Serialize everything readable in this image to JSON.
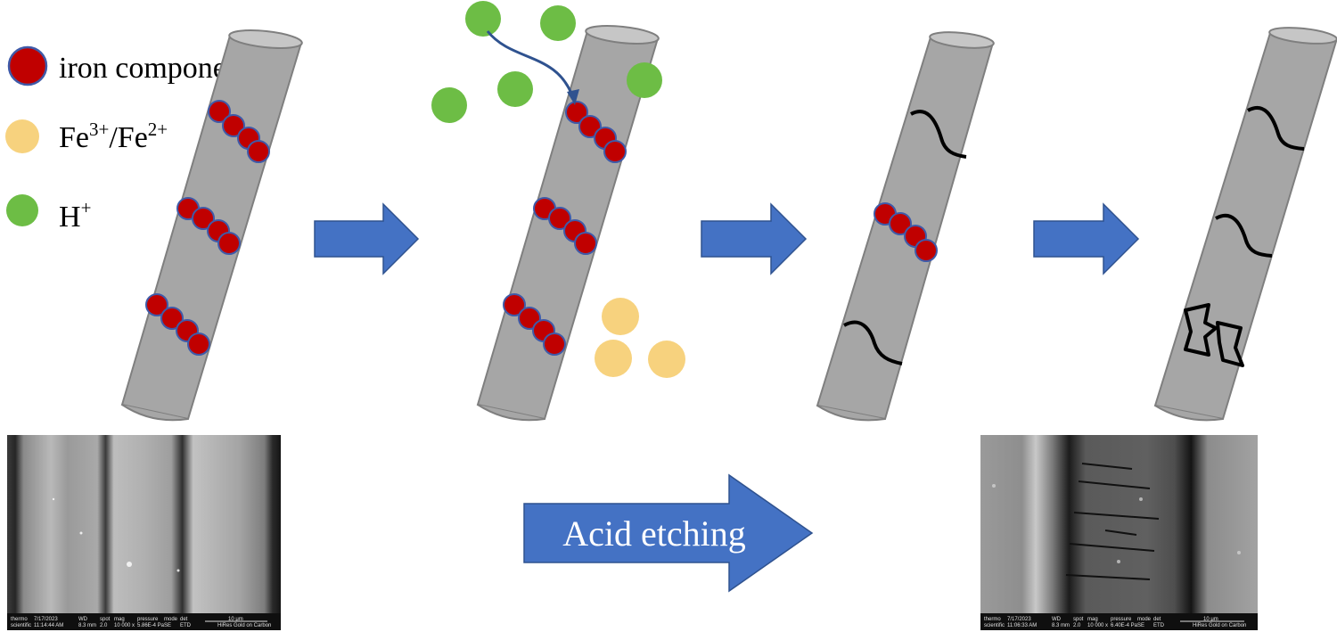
{
  "legend": {
    "iron_components": "iron components",
    "fe_base1": "Fe",
    "fe_sup1": "3+",
    "fe_sep": "/Fe",
    "fe_sup2": "2+",
    "h_base": "H",
    "h_sup": "+"
  },
  "process_arrow_label": "Acid etching",
  "sem_before": {
    "brand_line1": "thermo",
    "brand_line2": "scientific",
    "date": "7/17/2023",
    "time": "11:14:44 AM",
    "wd_label": "WD",
    "wd_value": "8.3 mm",
    "spot_label": "spot",
    "spot_value": "2.0",
    "mag_label": "mag",
    "mag_value": "10 000 x",
    "pressure_label": "pressure",
    "pressure_value": "5.86E-4 Pa",
    "mode_label": "mode",
    "mode_value": "SE",
    "det_label": "det",
    "det_value": "ETD",
    "scale": "10 μm",
    "sample": "HiRes Gold on Carbon"
  },
  "sem_after": {
    "brand_line1": "thermo",
    "brand_line2": "scientific",
    "date": "7/17/2023",
    "time": "11:06:33 AM",
    "wd_label": "WD",
    "wd_value": "8.3 mm",
    "spot_label": "spot",
    "spot_value": "2.0",
    "mag_label": "mag",
    "mag_value": "10 000 x",
    "pressure_label": "pressure",
    "pressure_value": "6.40E-4 Pa",
    "mode_label": "mode",
    "mode_value": "SE",
    "det_label": "det",
    "det_value": "ETD",
    "scale": "10 μm",
    "sample": "HiRes Gold on Carbon"
  },
  "colors": {
    "iron": "#c00000",
    "iron_stroke": "#3f5aa8",
    "fe_ion": "#f7d27e",
    "h_ion": "#6dbd45",
    "fiber": "#a6a6a6",
    "fiber_top": "#c6c6c6",
    "fiber_stroke": "#7f7f7f",
    "arrow": "#4472c4",
    "arrow_stroke": "#2f528f",
    "crack": "#000000"
  }
}
